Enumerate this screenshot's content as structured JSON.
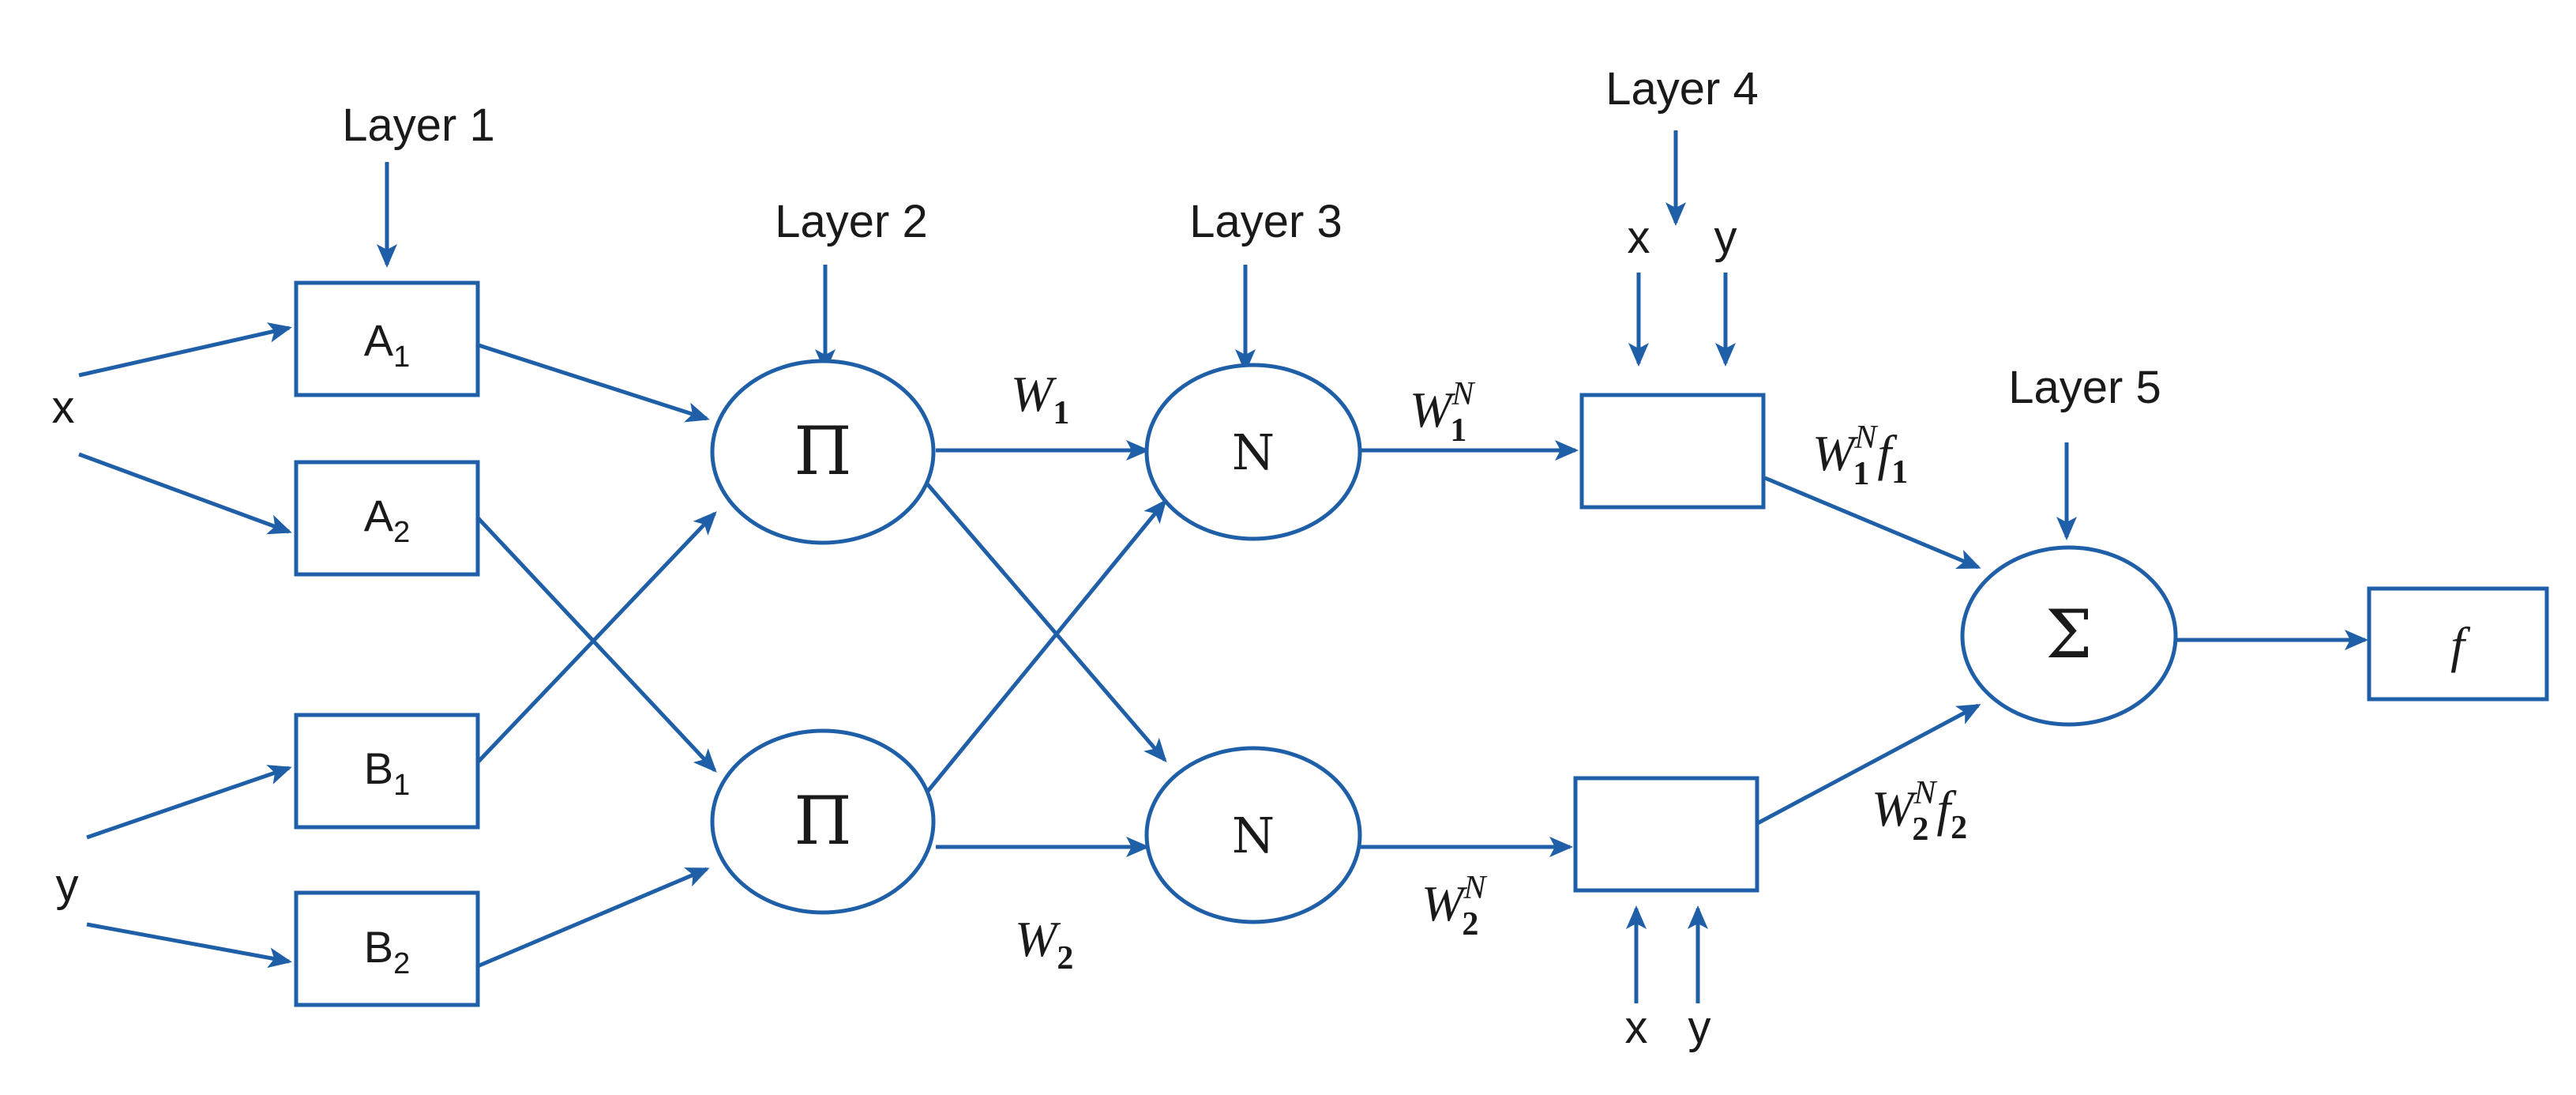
{
  "layers": {
    "l1": "Layer 1",
    "l2": "Layer 2",
    "l3": "Layer 3",
    "l4": "Layer 4",
    "l5": "Layer 5"
  },
  "inputs": {
    "x": "x",
    "y": "y"
  },
  "membership": {
    "a1": {
      "base": "A",
      "sub": "1"
    },
    "a2": {
      "base": "A",
      "sub": "2"
    },
    "b1": {
      "base": "B",
      "sub": "1"
    },
    "b2": {
      "base": "B",
      "sub": "2"
    }
  },
  "nodes": {
    "product_symbol": "Π",
    "norm_symbol": "N",
    "sum_symbol": "Σ",
    "output": "f"
  },
  "weights": {
    "w1": {
      "base": "W",
      "sub": "1"
    },
    "w2": {
      "base": "W",
      "sub": "2"
    },
    "wn1": {
      "base": "W",
      "sub": "1",
      "sup": "N"
    },
    "wn2": {
      "base": "W",
      "sub": "2",
      "sup": "N"
    },
    "wf1": {
      "base": "W",
      "sub": "1",
      "sup": "N",
      "f": "f",
      "fsub": "1"
    },
    "wf2": {
      "base": "W",
      "sub": "2",
      "sup": "N",
      "f": "f",
      "fsub": "2"
    }
  },
  "colors": {
    "accent": "#1f5fa8",
    "text": "#1a1a1a",
    "background": "#ffffff"
  }
}
